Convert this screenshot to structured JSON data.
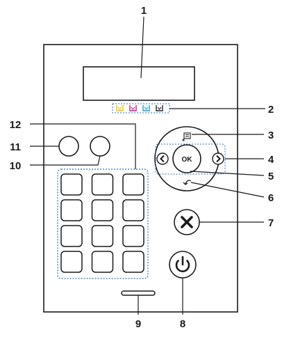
{
  "diagram": {
    "callouts": [
      "1",
      "2",
      "3",
      "4",
      "5",
      "6",
      "7",
      "8",
      "9",
      "10",
      "11",
      "12"
    ],
    "ok_label": "OK",
    "keypad_rows": 4,
    "keypad_cols": 3,
    "toner_colors": [
      "#e6c300",
      "#d0148c",
      "#1a9fd6",
      "#222222"
    ],
    "accent_color": "#2a6fb8"
  }
}
